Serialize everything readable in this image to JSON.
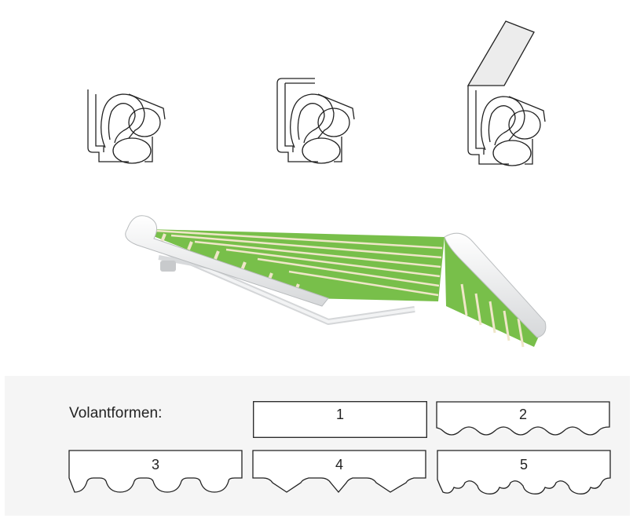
{
  "profiles": [
    {
      "name": "profile-wall-mount"
    },
    {
      "name": "profile-with-cover-plate"
    },
    {
      "name": "profile-with-large-rain-cover"
    }
  ],
  "awning": {
    "fabric_color": "#78bf4a",
    "stripe_color": "#efe6c8"
  },
  "valance": {
    "label": "Volantformen:",
    "shapes": [
      {
        "number": "1"
      },
      {
        "number": "2"
      },
      {
        "number": "3"
      },
      {
        "number": "4"
      },
      {
        "number": "5"
      }
    ]
  }
}
